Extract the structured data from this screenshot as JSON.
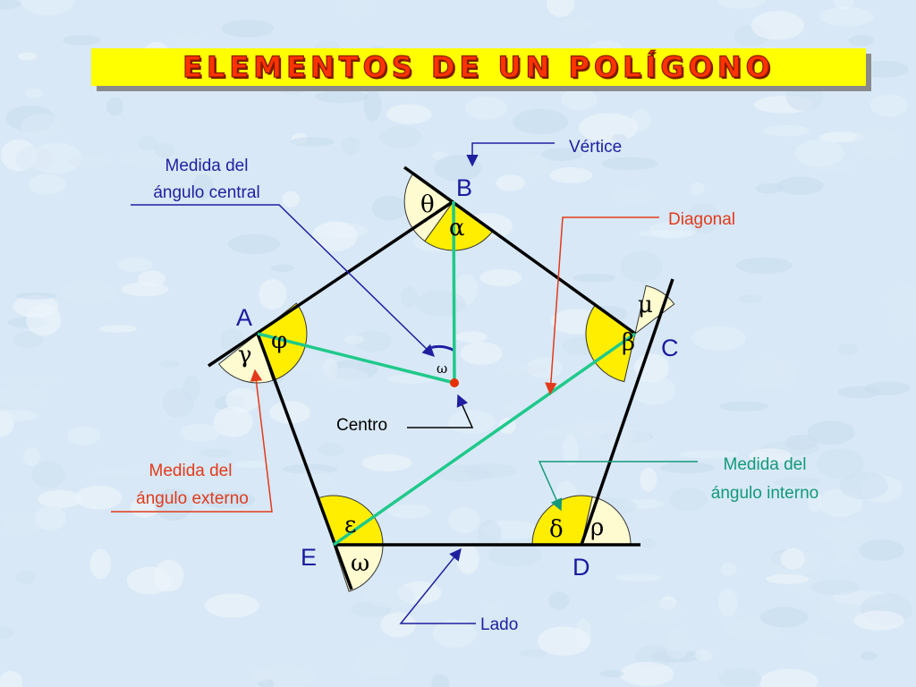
{
  "title": "ELEMENTOS DE UN POLÍGONO",
  "vertices": {
    "a": "A",
    "b": "B",
    "c": "C",
    "d": "D",
    "e": "E"
  },
  "angles": {
    "theta": "θ",
    "alpha": "α",
    "mu": "μ",
    "beta": "β",
    "phi": "φ",
    "gamma": "γ",
    "epsilon": "ε",
    "omega_e": "ω",
    "delta": "δ",
    "rho": "ρ",
    "omega_center": "ω"
  },
  "labels": {
    "vertice": "Vértice",
    "central_1": "Medida del",
    "central_2": "ángulo central",
    "diagonal": "Diagonal",
    "centro": "Centro",
    "externo_1": "Medida del",
    "externo_2": "ángulo externo",
    "interno_1": "Medida del",
    "interno_2": "ángulo interno",
    "lado": "Lado"
  },
  "colors": {
    "background": "#d8e8f6",
    "title_band": "#ffff00",
    "title_text": "#ff3300",
    "sides": "#000000",
    "radii_and_diagonal": "#1fc98a",
    "center_point": "#e63000",
    "interior_angle_fill": "#ffee00",
    "exterior_angle_fill": "#fffbd0",
    "blue_labels": "#1f1fa0",
    "red_labels": "#e23a1a",
    "teal_labels": "#129a7a"
  }
}
